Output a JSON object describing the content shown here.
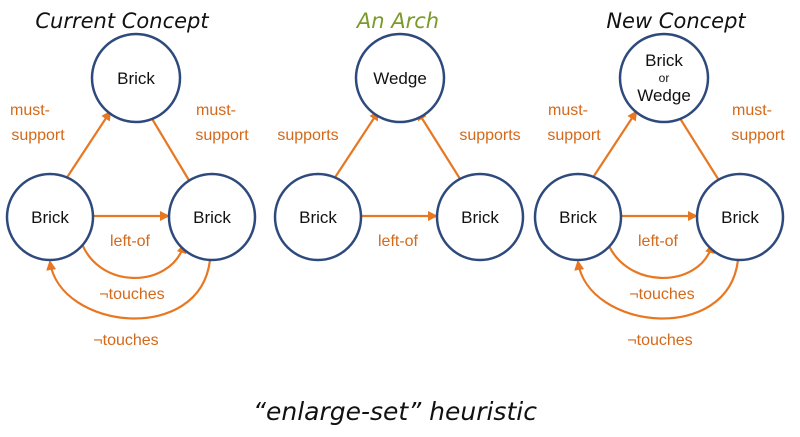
{
  "colors": {
    "node_stroke": "#2e4a7d",
    "edge": "#e87722",
    "edge_label": "#d4691a",
    "title_green": "#7a9a2a"
  },
  "panels": [
    {
      "title": "Current Concept",
      "top_node": "Brick",
      "left_node": "Brick",
      "right_node": "Brick",
      "left_edge_label_1": "must-",
      "left_edge_label_2": "support",
      "right_edge_label_1": "must-",
      "right_edge_label_2": "support",
      "bottom_edge_label": "left-of",
      "inner_arc_label": "¬touches",
      "outer_arc_label": "¬touches"
    },
    {
      "title": "An Arch",
      "top_node": "Wedge",
      "left_node": "Brick",
      "right_node": "Brick",
      "left_edge_label": "supports",
      "right_edge_label": "supports",
      "bottom_edge_label": "left-of"
    },
    {
      "title": "New Concept",
      "top_node_line1": "Brick",
      "top_node_line2": "or",
      "top_node_line3": "Wedge",
      "left_node": "Brick",
      "right_node": "Brick",
      "left_edge_label_1": "must-",
      "left_edge_label_2": "support",
      "right_edge_label_1": "must-",
      "right_edge_label_2": "support",
      "bottom_edge_label": "left-of",
      "inner_arc_label": "¬touches",
      "outer_arc_label": "¬touches"
    }
  ],
  "caption": "“enlarge-set” heuristic"
}
